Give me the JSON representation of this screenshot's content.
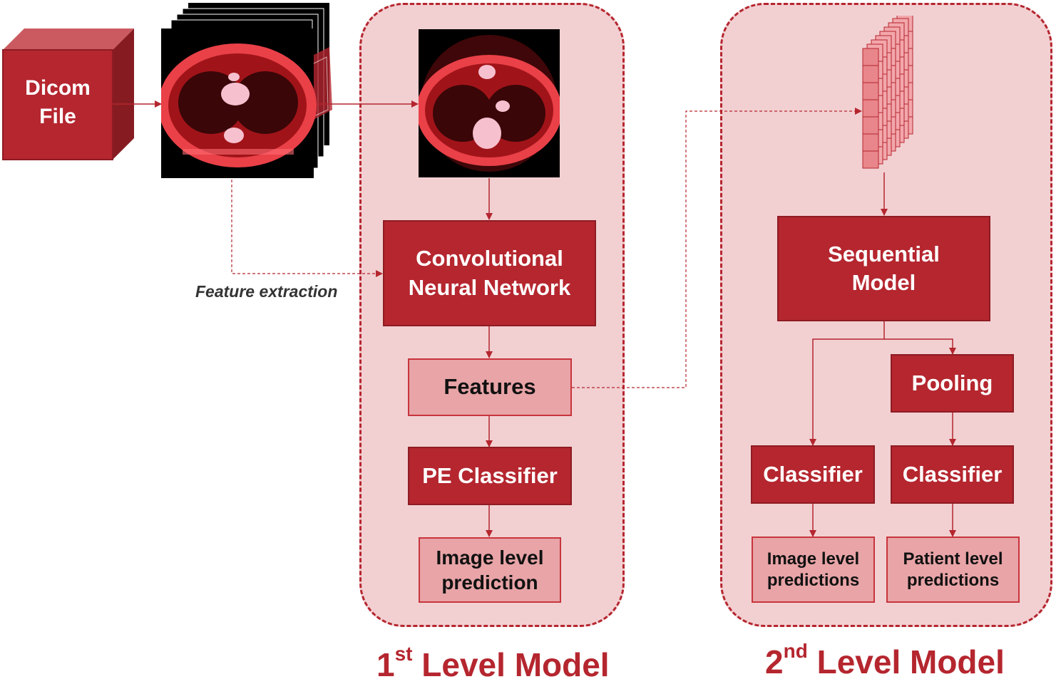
{
  "dicom_block": {
    "line1": "Dicom",
    "line2": "File"
  },
  "feature_extraction_label": "Feature extraction",
  "level1": {
    "title_num": "1",
    "title_sup": "st",
    "title_rest": " Level Model",
    "cnn_line1": "Convolutional",
    "cnn_line2": "Neural Network",
    "features": "Features",
    "pe_classifier": "PE Classifier",
    "prediction_line1": "Image level",
    "prediction_line2": "prediction"
  },
  "level2": {
    "title_num": "2",
    "title_sup": "nd",
    "title_rest": " Level Model",
    "sequential_line1": "Sequential",
    "sequential_line2": "Model",
    "pooling": "Pooling",
    "classifier_left": "Classifier",
    "classifier_right": "Classifier",
    "image_pred_line1": "Image level",
    "image_pred_line2": "predictions",
    "patient_pred_line1": "Patient level",
    "patient_pred_line2": "predictions"
  },
  "colors": {
    "accent": "#b5262f",
    "panel_fill": "#f2d0d2",
    "light_box": "#e8a4a7",
    "ct_tissue": "#e8343c"
  }
}
